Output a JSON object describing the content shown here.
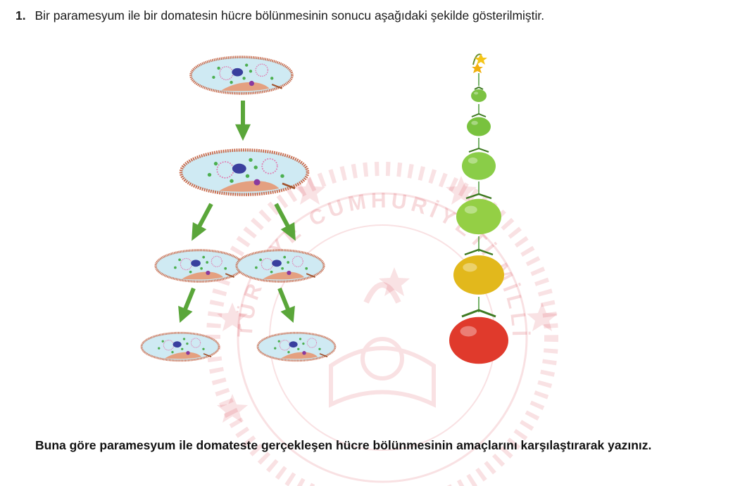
{
  "question": {
    "number": "1.",
    "text": "Bir paramesyum ile bir domatesin hücre bölünmesinin sonucu aşağıdaki şekilde gösterilmiştir."
  },
  "prompt": {
    "text": "Buna göre paramesyum ile domateste gerçekleşen hücre bölünmesinin amaçlarını karşılaştırarak yazınız."
  },
  "watermark": {
    "text": "TÜRKİYE CUMHURİYETİ MİLLİ EĞİTİM BAKANLIĞI"
  },
  "figure": {
    "cell_colors": {
      "membrane": "#c8694a",
      "cytoplasm": "#cfeaf3",
      "nucleus": "#3a3f9e",
      "body": "#e4a080"
    },
    "arrow_color": "#5aa63a",
    "tomato_stage_colors": [
      "#7cc242",
      "#79c23e",
      "#8acd48",
      "#94cf45",
      "#e2b81c",
      "#e03a2c"
    ]
  }
}
